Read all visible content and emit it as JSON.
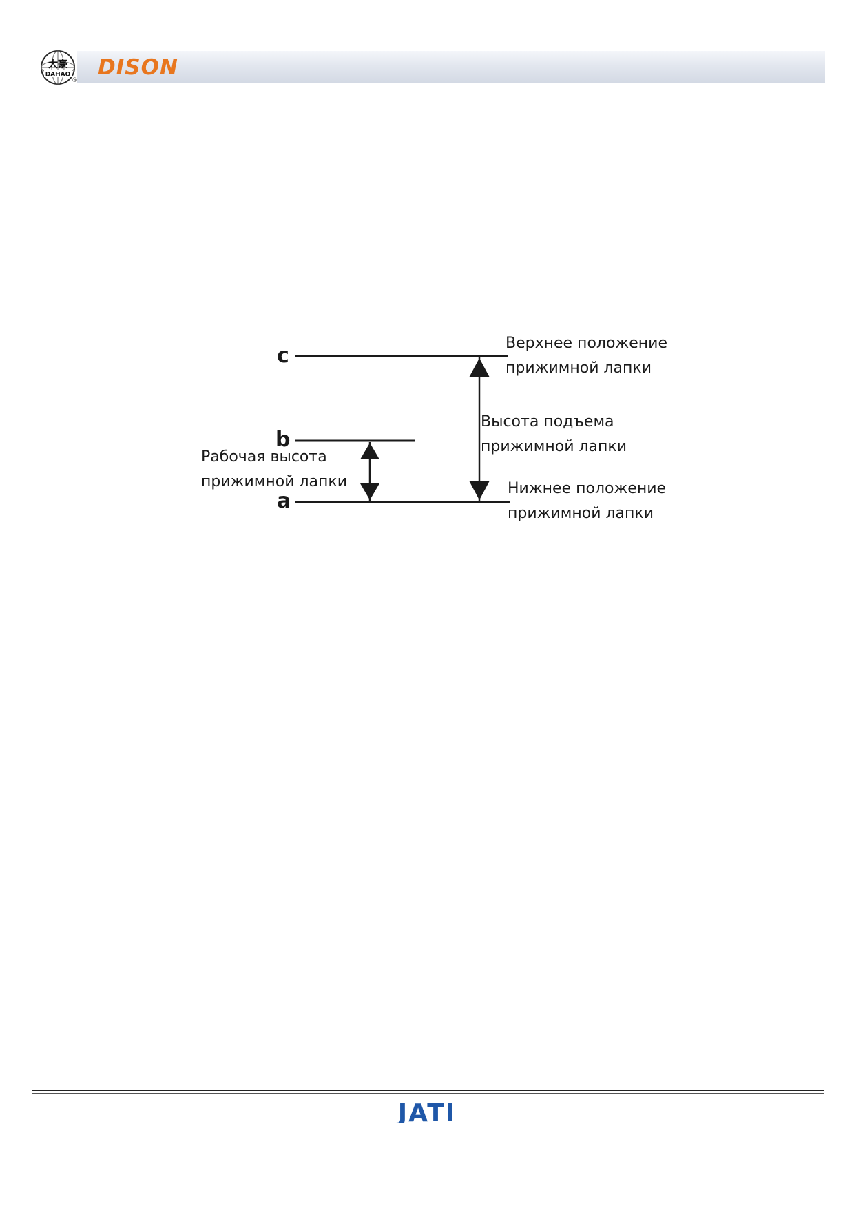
{
  "header": {
    "brand_logo_icon": "dahao-globe-logo-icon",
    "brand_logo_text": "DAHAO",
    "brand_logo_chinese": "大豪",
    "registered_mark": "®",
    "product_logo_text": "DISON",
    "product_logo_color": "#e8761e",
    "band_color": "#dde2ea"
  },
  "diagram": {
    "letters": {
      "c": "c",
      "b": "b",
      "a": "a"
    },
    "labels": {
      "upper_position_line1": "Верхнее положение",
      "upper_position_line2": "прижимной лапки",
      "lift_height_line1": "Высота подъема",
      "lift_height_line2": "прижимной лапки",
      "working_height_line1": "Рабочая высота",
      "working_height_line2": "прижимной лапки",
      "lower_position_line1": "Нижнее положение",
      "lower_position_line2": "прижимной лапки"
    },
    "line_color": "#1a1a1a"
  },
  "footer": {
    "logo_text": "JATI",
    "logo_color": "#1f57a8"
  }
}
